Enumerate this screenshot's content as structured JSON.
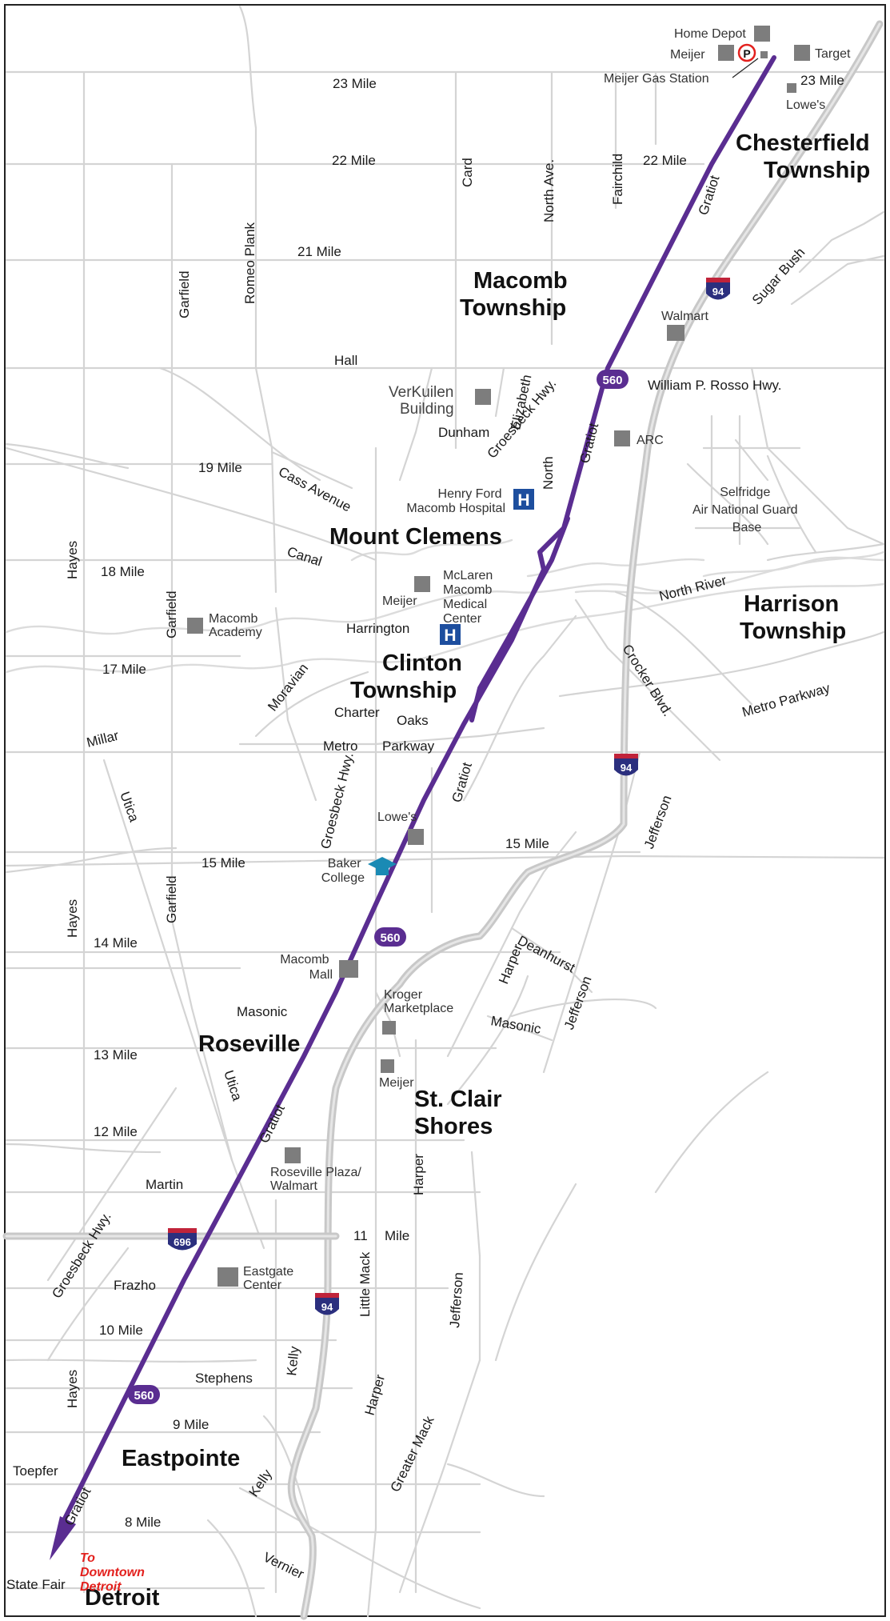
{
  "map": {
    "route_color": "#5a2d91",
    "destination_color": "#e3211e",
    "hospital_color": "#1d4e9e",
    "college_color": "#1a8ab4",
    "route_shield": "560",
    "interstates": {
      "i94": "94",
      "i696": "696"
    },
    "places": {
      "chesterfield": [
        "Chesterfield",
        "Township"
      ],
      "macomb": [
        "Macomb",
        "Township"
      ],
      "mount_clemens": "Mount Clemens",
      "harrison": [
        "Harrison",
        "Township"
      ],
      "clinton": [
        "Clinton",
        "Township"
      ],
      "roseville": "Roseville",
      "st_clair": [
        "St. Clair",
        "Shores"
      ],
      "eastpointe": "Eastpointe",
      "detroit": "Detroit"
    },
    "destination": [
      "To",
      "Downtown",
      "Detroit"
    ],
    "roads": {
      "mile23": "23 Mile",
      "mile23e": "23  Mile",
      "mile22": "22 Mile",
      "mile22e": "22 Mile",
      "mile21": "21 Mile",
      "hall": "Hall",
      "mile19": "19 Mile",
      "mile18": "18 Mile",
      "mile17": "17 Mile",
      "mile15": "15 Mile",
      "mile15e": "15 Mile",
      "mile14": "14 Mile",
      "mile13": "13 Mile",
      "mile12": "12 Mile",
      "mile11a": "11",
      "mile11b": "Mile",
      "mile10": "10 Mile",
      "mile9": "9 Mile",
      "mile8": "8 Mile",
      "card": "Card",
      "north_ave": "North Ave.",
      "fairchild": "Fairchild",
      "gratiot": "Gratiot",
      "garfield": "Garfield",
      "romeo": "Romeo  Plank",
      "sugar_bush": "Sugar  Bush",
      "rosso": "William P. Rosso Hwy.",
      "elizabeth": "Elizabeth",
      "dunham": "Dunham",
      "groesbeck": "Groesbeck Hwy.",
      "north": "North",
      "cass": "Cass Avenue",
      "canal": "Canal",
      "hayes": "Hayes",
      "north_river": "North River",
      "harrington": "Harrington",
      "crocker": "Crocker Blvd.",
      "metro_parkway_e": "Metro Parkway",
      "moravian": "Moravian",
      "millar": "Millar",
      "charter": "Charter",
      "oaks": "Oaks",
      "metro": "Metro",
      "parkway": "Parkway",
      "utica": "Utica",
      "jefferson": "Jefferson",
      "deanhurst": "Deanhurst",
      "harper": "Harper",
      "masonic": "Masonic",
      "martin": "Martin",
      "frazho": "Frazho",
      "stephens": "Stephens",
      "kelly": "Kelly",
      "little_mack": "Little Mack",
      "greater_mack": "Greater  Mack",
      "toepfer": "Toepfer",
      "vernier": "Vernier",
      "state_fair": "State  Fair"
    },
    "pois": {
      "home_depot": "Home Depot",
      "meijer_n": "Meijer",
      "meijer_gas": "Meijer Gas Station",
      "target": "Target",
      "lowes_n": "Lowe's",
      "walmart_n": "Walmart",
      "verkuilen": [
        "VerKuilen",
        "Building"
      ],
      "arc": "ARC",
      "selfridge": [
        "Selfridge",
        "Air National Guard",
        "Base"
      ],
      "henry_ford": [
        "Henry Ford",
        "Macomb Hospital"
      ],
      "mclaren": [
        "McLaren",
        "Macomb",
        "Medical",
        "Center"
      ],
      "meijer_mc": "Meijer",
      "macomb_academy": [
        "Macomb",
        "Academy"
      ],
      "lowes_s": "Lowe's",
      "baker": [
        "Baker",
        "College"
      ],
      "macomb_mall": [
        "Macomb",
        "Mall"
      ],
      "kroger": [
        "Kroger",
        "Marketplace"
      ],
      "meijer_s": "Meijer",
      "roseville_plaza": [
        "Roseville Plaza/",
        "Walmart"
      ],
      "eastgate": [
        "Eastgate",
        "Center"
      ]
    }
  }
}
